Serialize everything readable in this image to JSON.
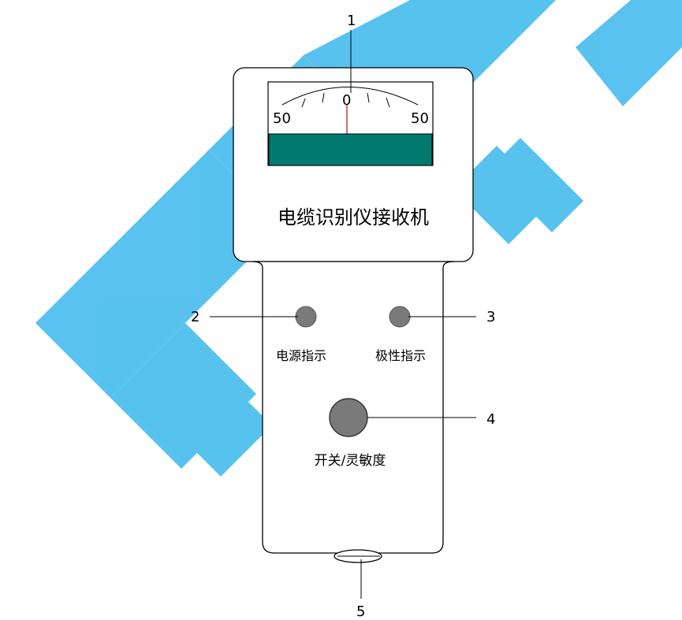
{
  "diagram": {
    "device_title": "电缆识别仪接收机",
    "meter": {
      "left_scale": "50",
      "center_scale": "0",
      "right_scale": "50"
    },
    "labels": {
      "power_indicator": "电源指示",
      "polarity_indicator": "极性指示",
      "switch_sensitivity": "开关/灵敏度"
    },
    "callouts": [
      "1",
      "2",
      "3",
      "4",
      "5"
    ]
  },
  "colors": {
    "outline": "#000000",
    "meter_band": "#007a6e",
    "indicator_gray": "#7a7a7a",
    "needle": "#b01010",
    "watermark": "#00a2e8"
  }
}
